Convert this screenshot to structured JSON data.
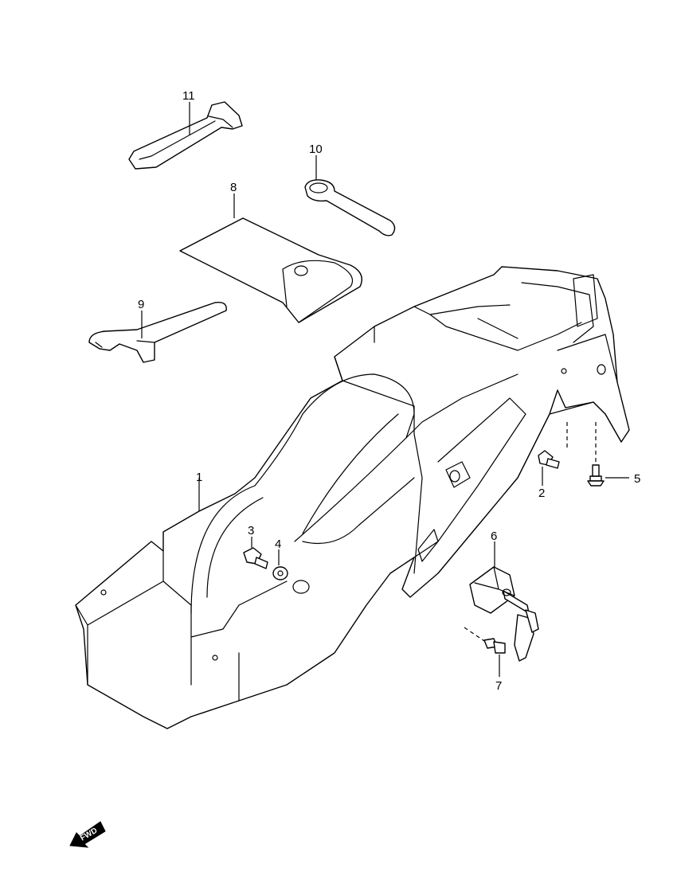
{
  "diagram": {
    "callouts": {
      "c1": "1",
      "c2": "2",
      "c3": "3",
      "c4": "4",
      "c5": "5",
      "c6": "6",
      "c7": "7",
      "c8": "8",
      "c9": "9",
      "c10": "10",
      "c11": "11"
    },
    "fwd_label": "FWD",
    "colors": {
      "line": "#000000",
      "background": "#ffffff"
    }
  }
}
